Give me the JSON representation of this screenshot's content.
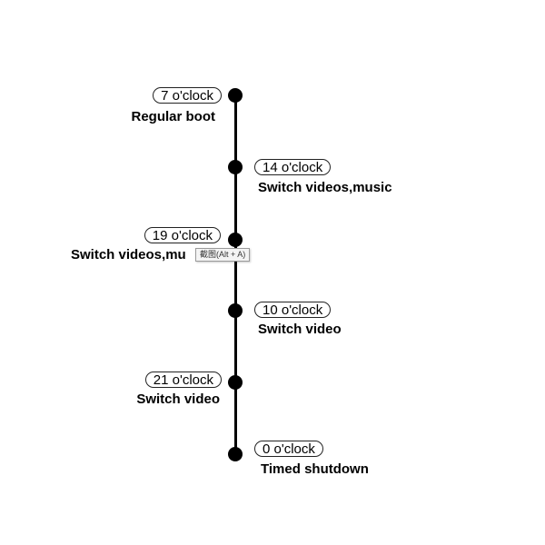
{
  "events": [
    {
      "time": "7 o'clock",
      "label": "Regular boot"
    },
    {
      "time": "14 o'clock",
      "label": "Switch videos,music"
    },
    {
      "time": "19 o'clock",
      "label": "Switch videos,mu"
    },
    {
      "time": "10 o'clock",
      "label": "Switch video"
    },
    {
      "time": "21 o'clock",
      "label": "Switch video"
    },
    {
      "time": "0 o'clock",
      "label": "Timed shutdown"
    }
  ],
  "tooltip": {
    "text": "截图(Alt + A)"
  },
  "colors": {
    "line": "#000000",
    "dot": "#000000",
    "pill_border": "#222222"
  }
}
